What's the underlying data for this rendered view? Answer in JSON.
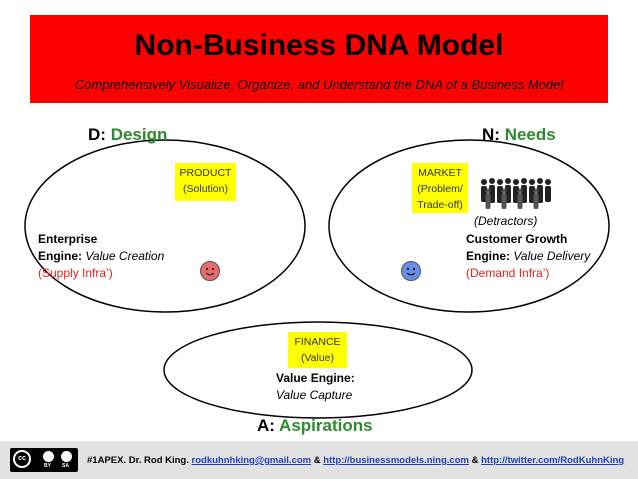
{
  "banner": {
    "title": "Non-Business DNA Model",
    "subtitle": "Comprehensively Visualize, Organize, and Understand the DNA of a Business Model",
    "color": "#ff0000"
  },
  "headings": {
    "design": {
      "letter": "D:",
      "word": "Design"
    },
    "needs": {
      "letter": "N:",
      "word": "Needs"
    },
    "aspirations": {
      "letter": "A:",
      "word": "Aspirations"
    },
    "accent_color": "#2e8b2e"
  },
  "stickies": {
    "product": [
      "PRODUCT",
      "(Solution)"
    ],
    "market": [
      "MARKET",
      "(Problem/",
      "Trade-off)"
    ],
    "finance": [
      "FINANCE",
      "(Value)"
    ],
    "color": "#ffff00"
  },
  "engines": {
    "enterprise": {
      "line1": "Enterprise",
      "line2_bold": "Engine:",
      "line2_italic": "Value Creation",
      "line3": "(Supply Infra’)"
    },
    "customer_growth": {
      "line1": "Customer Growth",
      "line2_bold": "Engine:",
      "line2_italic": "Value Delivery",
      "line3": "(Demand Infra’)"
    },
    "value": {
      "line1": "Value Engine:",
      "line2_italic": "Value Capture"
    },
    "link_color": "#e8201a"
  },
  "icons": {
    "left_face": "smiley-face-red-icon",
    "right_face": "smiley-face-blue-icon",
    "crowd": "crowd-people-icon",
    "license": "creative-commons-by-sa-icon"
  },
  "detractors": "(Detractors)",
  "footer": {
    "prefix": "#1APEX. Dr. Rod King.",
    "email": "rodkuhnhking@gmail.com",
    "amp1": "&",
    "site": "http://businessmodels.ning.com",
    "amp2": "&",
    "twitter": "http://twitter.com/RodKuhnKing",
    "cc_labels": {
      "cc": "cc",
      "by": "BY",
      "sa": "SA"
    }
  }
}
